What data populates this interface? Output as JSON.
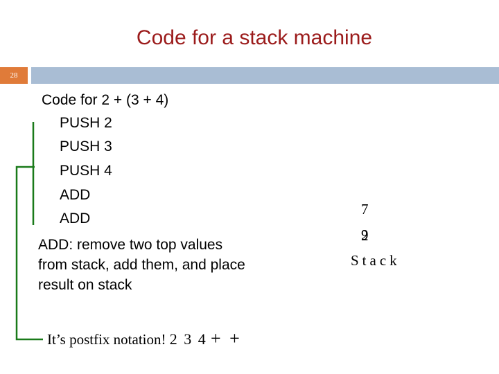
{
  "slide": {
    "title": "Code for a stack machine",
    "number": "28"
  },
  "content": {
    "lead": "Code for 2 + (3 + 4)",
    "code_lines": [
      "PUSH 2",
      "PUSH 3",
      "PUSH 4",
      "ADD",
      "ADD"
    ],
    "description": "ADD: remove two top values from stack, add them, and place result on stack",
    "postfix_note": "It’s postfix notation!",
    "postfix_expr": "2 3 4",
    "postfix_ops": "+ +"
  },
  "stack": {
    "top_value": "7",
    "values_overlapped": [
      "9",
      "2"
    ],
    "label": "Stack"
  },
  "colors": {
    "title": "#9b1b1b",
    "slide_number_bg": "#e07b39",
    "header_bar": "#a9bdd4",
    "bracket": "#1a7a1a"
  }
}
